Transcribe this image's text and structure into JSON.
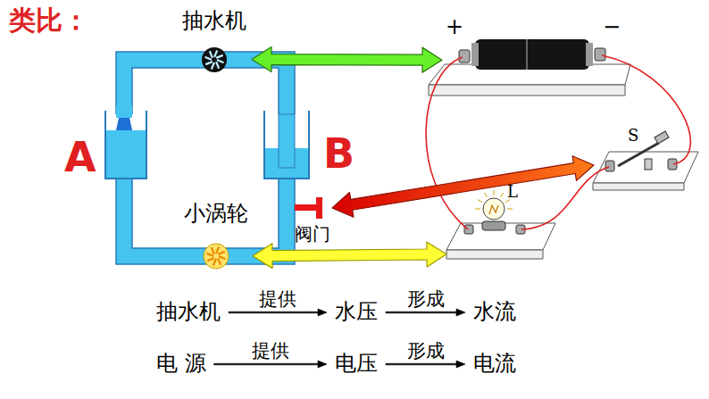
{
  "diagram": {
    "title": "类比：",
    "nodes": [
      {
        "text": [
          "抽水机"
        ]
      },
      {
        "text": [
          "+",
          "−"
        ]
      },
      {
        "text": [
          "S"
        ]
      },
      {
        "text": [
          "阀门"
        ]
      },
      {
        "text": [
          "小涡轮"
        ]
      },
      {
        "text": [
          "L"
        ]
      },
      {
        "text": [
          "抽水机"
        ]
      },
      {
        "text": [
          "水压"
        ]
      },
      {
        "text": [
          "水流"
        ]
      },
      {
        "text": [
          "电 源"
        ]
      },
      {
        "text": [
          "电压"
        ]
      },
      {
        "text": [
          "电流"
        ]
      }
    ],
    "edges": [
      {
        "from": 0,
        "to": 1,
        "arrow": "both"
      },
      {
        "from": 3,
        "to": 2,
        "arrow": "both"
      },
      {
        "from": 4,
        "to": 5,
        "arrow": "both"
      },
      {
        "from": 6,
        "to": 7,
        "label": "提供",
        "arrow": "to"
      },
      {
        "from": 7,
        "to": 8,
        "label": "形成",
        "arrow": "to"
      },
      {
        "from": 9,
        "to": 10,
        "label": "提供",
        "arrow": "to"
      },
      {
        "from": 10,
        "to": 11,
        "label": "形成",
        "arrow": "to"
      }
    ],
    "labels": [
      "A",
      "B"
    ]
  }
}
